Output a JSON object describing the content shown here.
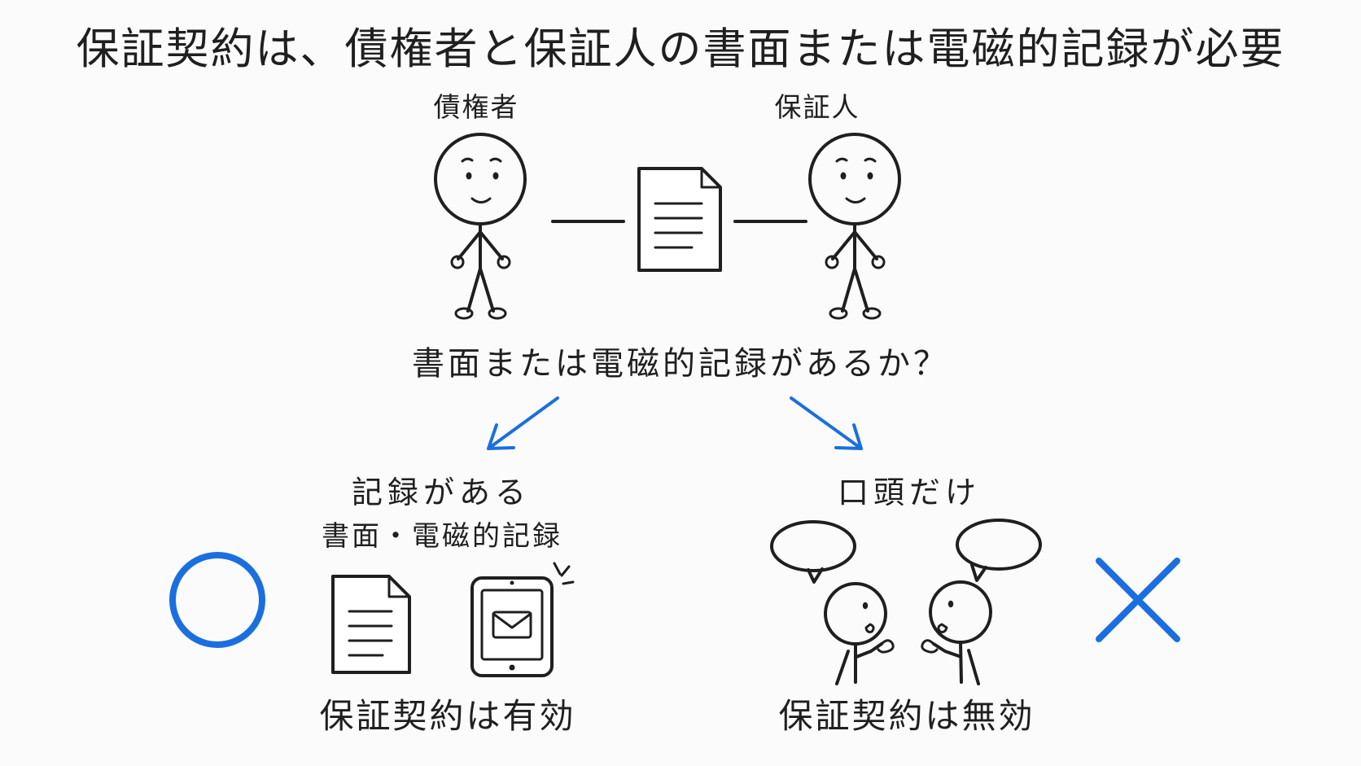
{
  "title": "保証契約は、債権者と保証人の書面または電磁的記録が必要",
  "parties": {
    "creditor_label": "債権者",
    "guarantor_label": "保証人"
  },
  "question": "書面または電磁的記録があるか？",
  "branches": {
    "valid": {
      "title": "記録がある",
      "subtitle": "書面・電磁的記録",
      "result": "保証契約は有効",
      "mark": "circle-mark",
      "mark_color": "#1a6fe0"
    },
    "invalid": {
      "title": "口頭だけ",
      "result": "保証契約は無効",
      "mark": "cross-mark",
      "mark_color": "#1a6fe0"
    }
  },
  "icons": {
    "contract": "document-icon",
    "paper_record": "document-icon",
    "electronic_record": "tablet-mail-icon",
    "speech": "speech-bubble-icon"
  },
  "colors": {
    "ink": "#1f1f1f",
    "accent": "#1a6fe0",
    "background": "#fbfbfb"
  }
}
